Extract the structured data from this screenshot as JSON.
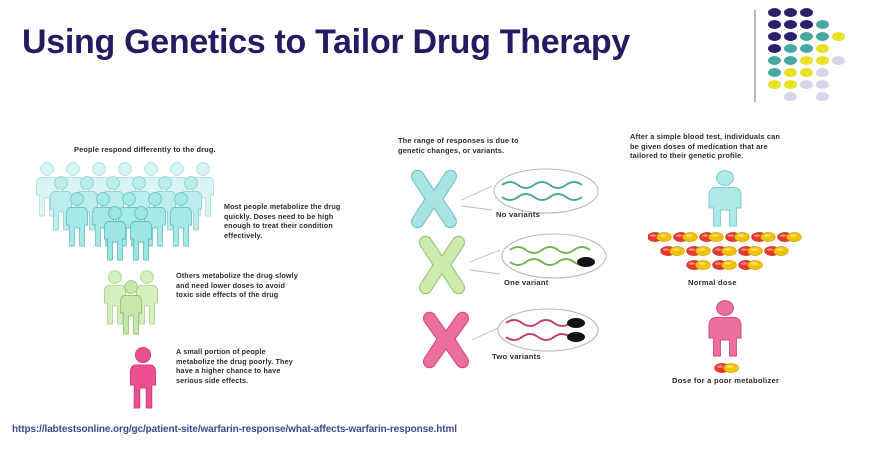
{
  "header": {
    "title": "Using Genetics to Tailor Drug Therapy",
    "title_color": "#241b63",
    "logo": {
      "name": "dot-matrix-logo",
      "colors": {
        "navy": "#2d1f6b",
        "teal": "#4aa8a0",
        "yellow": "#e6e223",
        "lavender": "#d6d6ea"
      },
      "grid": [
        [
          "navy",
          "navy",
          "navy",
          "none",
          "none"
        ],
        [
          "navy",
          "navy",
          "navy",
          "teal",
          "none"
        ],
        [
          "navy",
          "navy",
          "teal",
          "teal",
          "yellow"
        ],
        [
          "navy",
          "teal",
          "teal",
          "yellow",
          "none"
        ],
        [
          "teal",
          "teal",
          "yellow",
          "yellow",
          "lavender"
        ],
        [
          "teal",
          "yellow",
          "yellow",
          "lavender",
          "none"
        ],
        [
          "yellow",
          "yellow",
          "lavender",
          "lavender",
          "none"
        ],
        [
          "none",
          "lavender",
          "none",
          "lavender",
          "none"
        ]
      ]
    }
  },
  "columns": {
    "left": {
      "headline": "People respond differently to the drug.",
      "groups": [
        {
          "group_name": "fast-metabolizers",
          "color": "#aeeaea",
          "count": 18,
          "caption": "Most people metabolize the drug quickly. Doses need to be high enough to treat their condition effectively."
        },
        {
          "group_name": "slow-metabolizers",
          "color": "#cbe8b4",
          "count": 3,
          "caption": "Others metabolize the drug slowly and need lower doses to avoid toxic side effects of the drug"
        },
        {
          "group_name": "poor-metabolizers",
          "color": "#ec4f92",
          "count": 1,
          "caption": "A small portion of people metabolize the drug poorly. They have a higher chance to have serious side effects."
        }
      ]
    },
    "middle": {
      "headline": "The range of responses is due to genetic changes, or variants.",
      "items": [
        {
          "label": "No variants",
          "chromosome_color": "#a8e4e4",
          "strand_color": "#4aa8a0",
          "variant_marks": 0
        },
        {
          "label": "One variant",
          "chromosome_color": "#cdeab0",
          "strand_color": "#7cb24f",
          "variant_marks": 1
        },
        {
          "label": "Two variants",
          "chromosome_color": "#ec6fa0",
          "strand_color": "#c2416b",
          "variant_marks": 2
        }
      ]
    },
    "right": {
      "headline": "After a simple blood test, individuals can be given doses of medication that are tailored to their genetic profile.",
      "items": [
        {
          "person_name": "normal-metabolizer-figure",
          "person_color": "#aeeaea",
          "label": "Normal dose",
          "pill_rows": [
            6,
            5,
            3
          ],
          "pill_colors": {
            "left": "#e8382c",
            "right": "#f2c100"
          }
        },
        {
          "person_name": "poor-metabolizer-figure",
          "person_color": "#ec6fa0",
          "label": "Dose for a poor metabolizer",
          "pill_rows": [
            1
          ],
          "pill_colors": {
            "left": "#e8382c",
            "right": "#f2c100"
          }
        }
      ]
    }
  },
  "footer": {
    "source_url": "https://labtestsonline.org/gc/patient-site/warfarin-response/what-affects-warfarin-response.html",
    "url_color": "#3b4a8c"
  }
}
